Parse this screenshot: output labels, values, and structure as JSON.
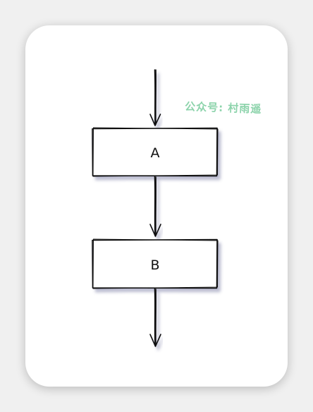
{
  "diagram": {
    "nodes": [
      {
        "id": "A",
        "label": "A"
      },
      {
        "id": "B",
        "label": "B"
      }
    ],
    "edges": [
      {
        "from": null,
        "to": "A"
      },
      {
        "from": "A",
        "to": "B"
      },
      {
        "from": "B",
        "to": null
      }
    ]
  },
  "watermark": {
    "text": "公众号: 村雨遥",
    "color": "#66c58f"
  }
}
